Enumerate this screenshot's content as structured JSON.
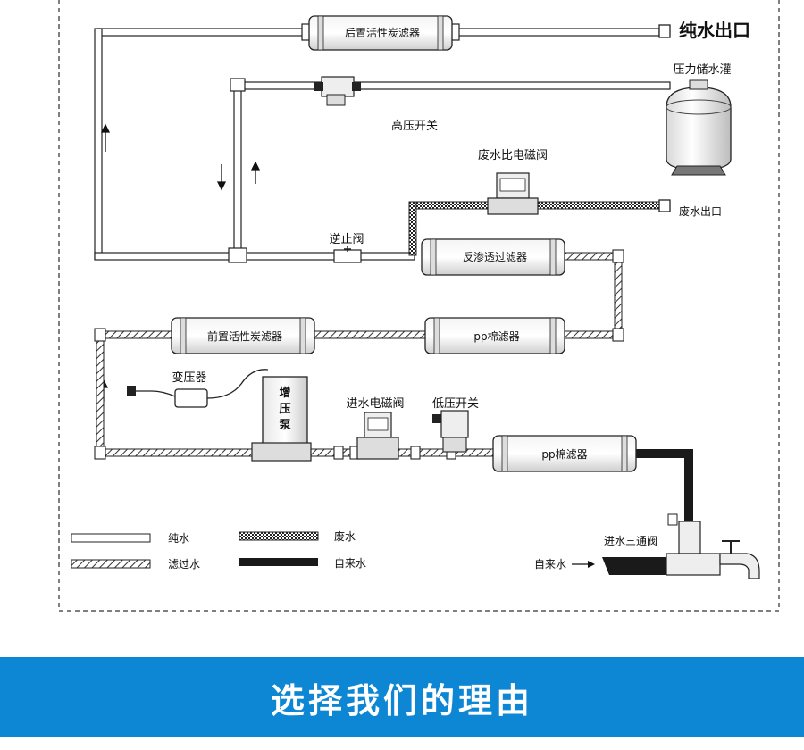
{
  "labels": {
    "pure_water_outlet": "纯水出口",
    "pressure_tank": "压力储水灌",
    "high_pressure_switch": "高压开关",
    "waste_solenoid": "废水比电磁阀",
    "waste_outlet": "废水出口",
    "check_valve": "逆止阀",
    "transformer": "变压器",
    "booster_pump": "增压泵",
    "inlet_solenoid": "进水电磁阀",
    "low_pressure_switch": "低压开关",
    "inlet_tee_valve": "进水三通阀",
    "tap_water_in": "自来水"
  },
  "filters": {
    "post_carbon": "后置活性炭滤器",
    "ro": "反渗透过滤器",
    "pre_carbon": "前置活性炭滤器",
    "pp1": "pp棉滤器",
    "pp2": "pp棉滤器"
  },
  "legend": {
    "pure": "纯水",
    "filtered": "滤过水",
    "waste": "废水",
    "tap": "自来水"
  },
  "banner": {
    "title": "选择我们的理由"
  },
  "colors": {
    "banner": "#0d86d3",
    "tap_pipe": "#1a1a1a",
    "border_dash": "#555555"
  }
}
